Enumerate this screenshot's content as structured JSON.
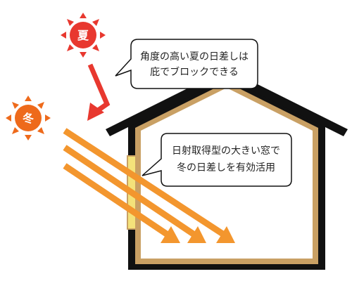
{
  "summer_sun": {
    "label": "夏",
    "color": "#e8382f",
    "icon": "sun-icon"
  },
  "winter_sun": {
    "label": "冬",
    "color": "#ee6a1b",
    "icon": "sun-icon"
  },
  "callout_summer": {
    "lines": [
      "角度の高い夏の日差しは",
      "庇でブロックできる"
    ]
  },
  "callout_winter": {
    "lines": [
      "日射取得型の大きい窓で",
      "冬の日差しを有効活用"
    ]
  },
  "colors": {
    "summer_ray": "#e8382f",
    "winter_ray": "#f3962e",
    "roof": "#111111",
    "wall_insulation": "#c9a064",
    "window": "#f4e27a"
  }
}
